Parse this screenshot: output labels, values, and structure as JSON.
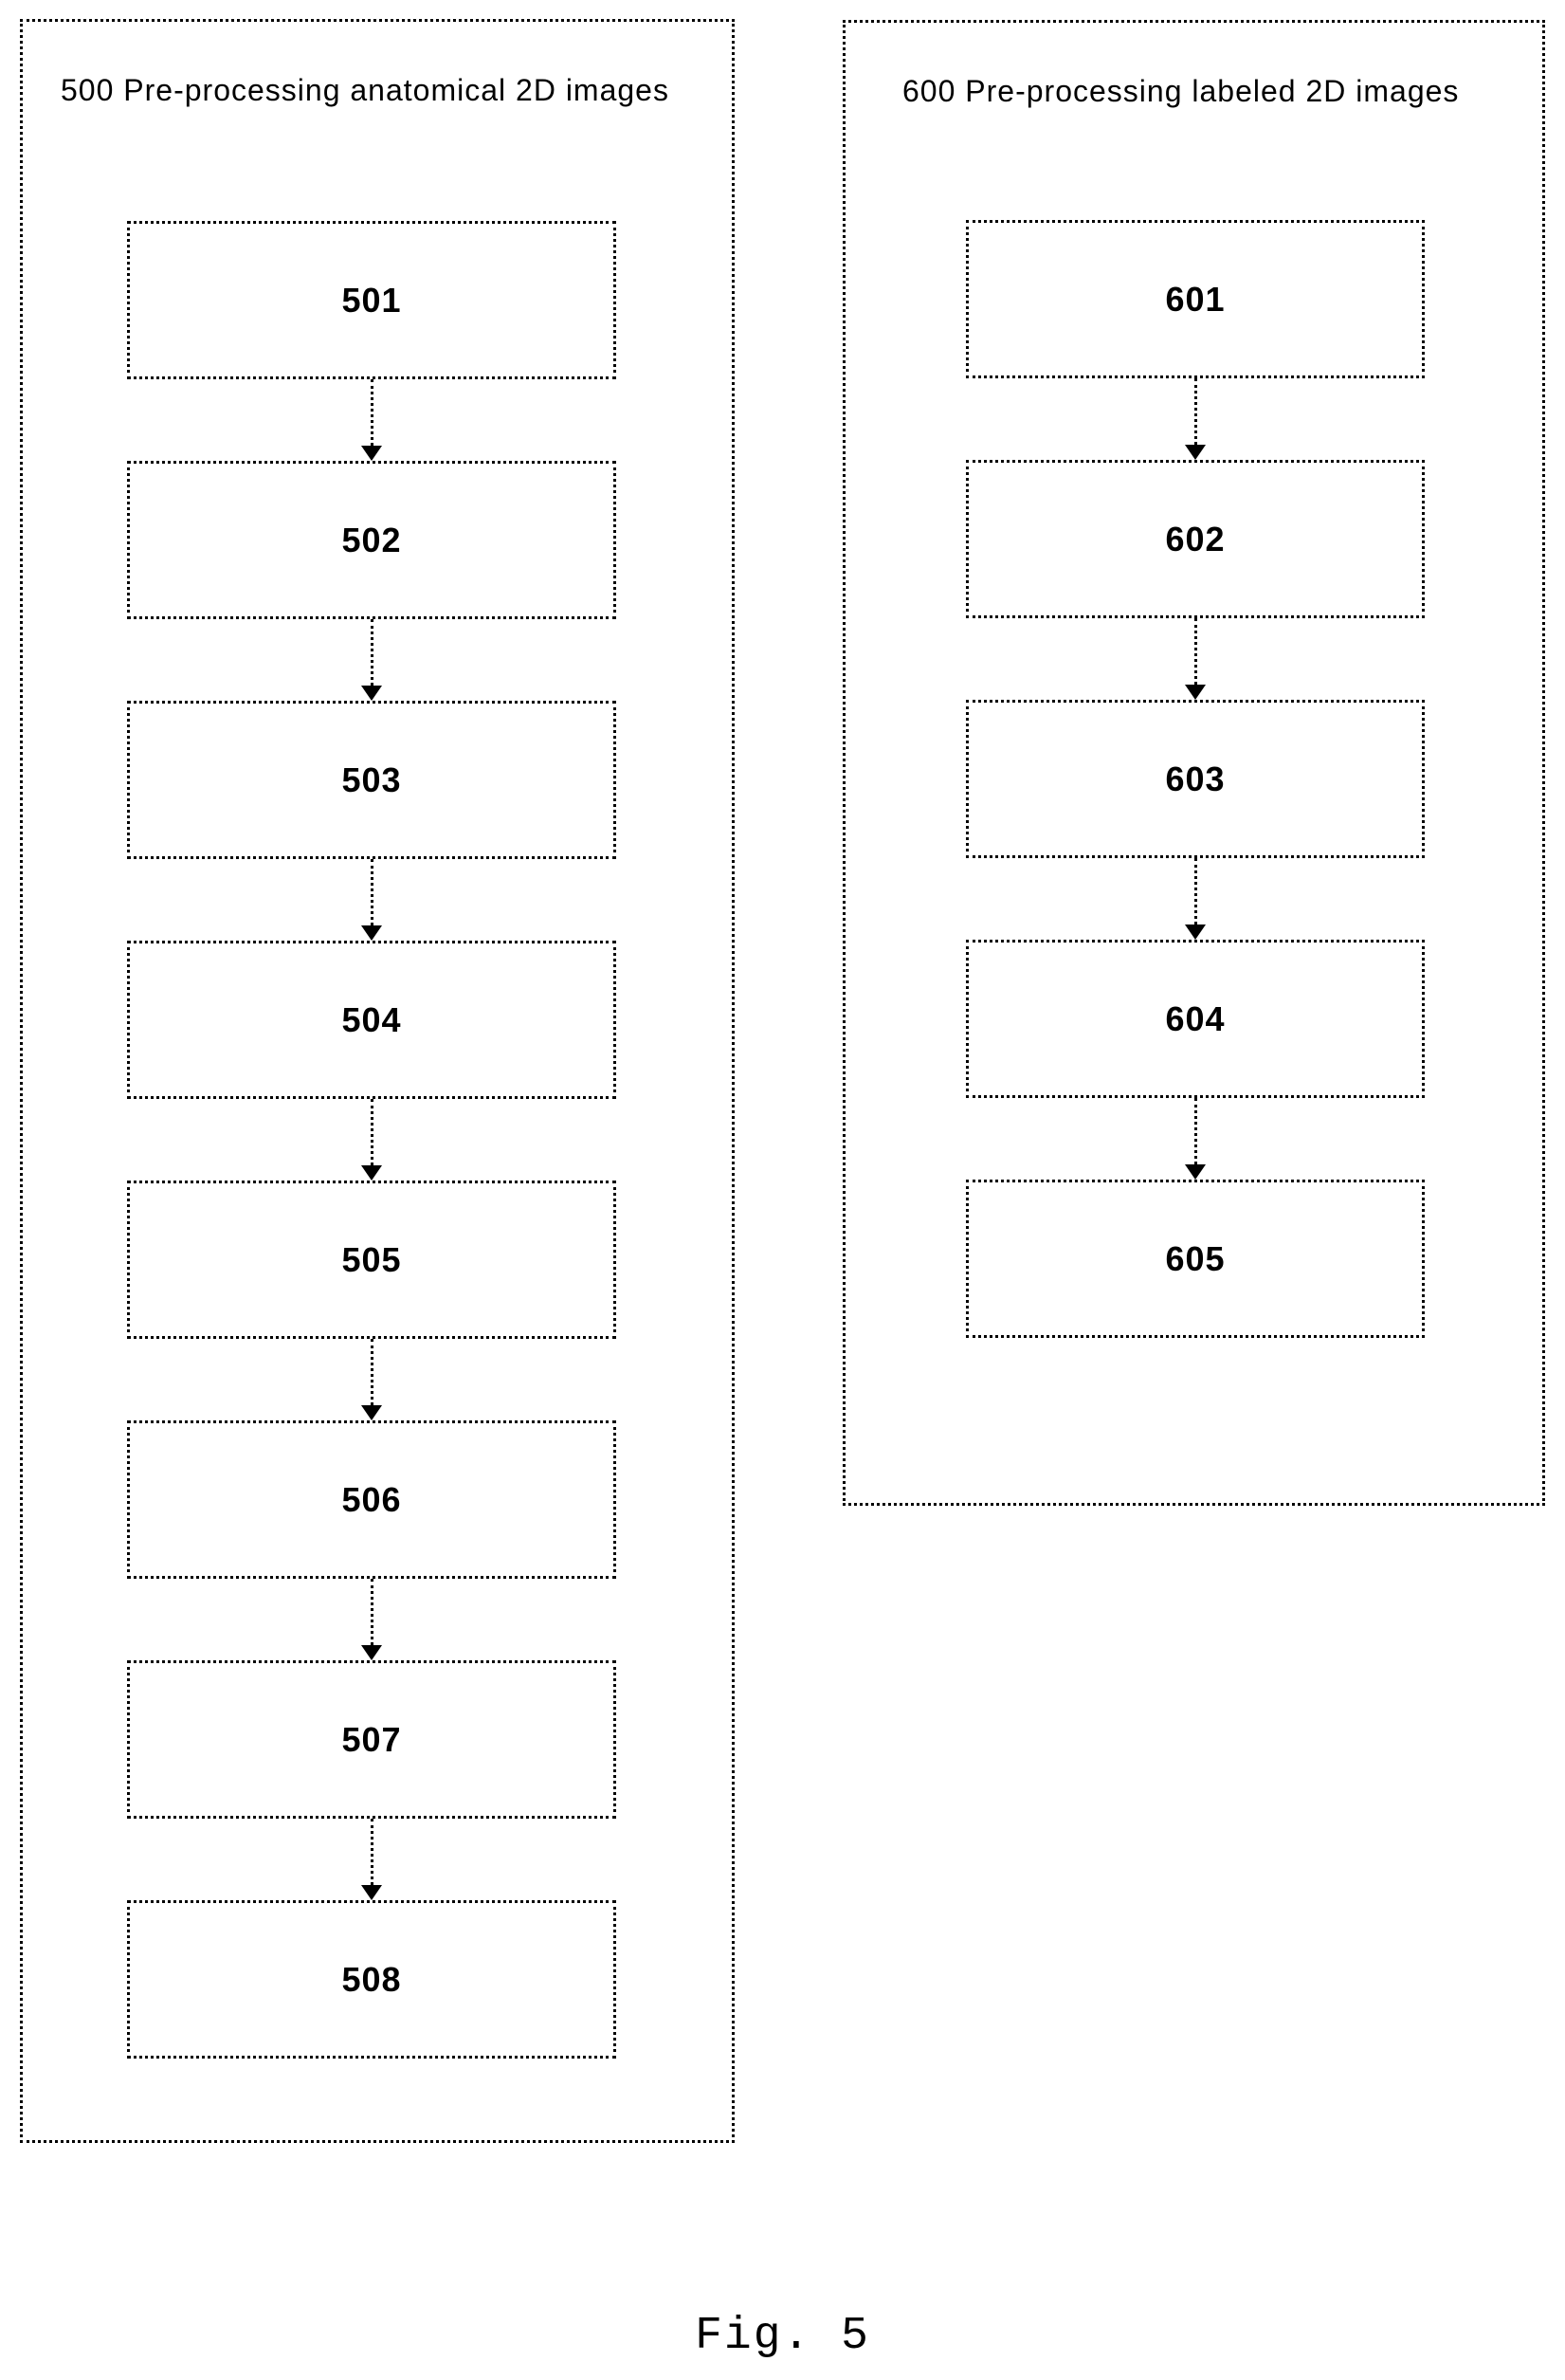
{
  "figure_caption": "Fig. 5",
  "panels": [
    {
      "id": "500",
      "title": "500 Pre-processing anatomical 2D images",
      "boxes": [
        "501",
        "502",
        "503",
        "504",
        "505",
        "506",
        "507",
        "508"
      ]
    },
    {
      "id": "600",
      "title": "600 Pre-processing labeled 2D images",
      "boxes": [
        "601",
        "602",
        "603",
        "604",
        "605"
      ]
    }
  ]
}
